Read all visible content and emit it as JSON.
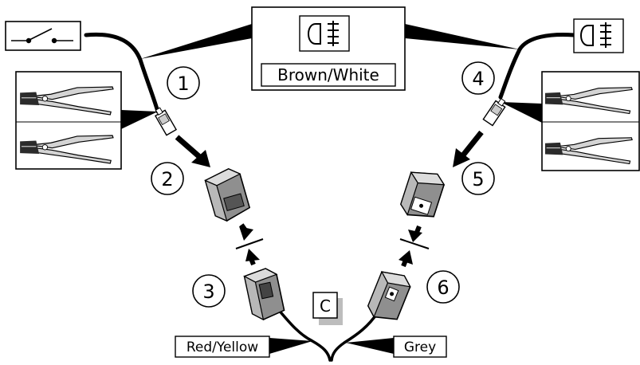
{
  "steps": [
    "1",
    "2",
    "3",
    "4",
    "5",
    "6"
  ],
  "wire_label_top": "Brown/White",
  "wire_label_left": "Red/Yellow",
  "wire_label_right": "Grey",
  "connector_letter": "C",
  "icons": {
    "switch": "switch-icon",
    "fog_lamp": "fog-lamp-icon",
    "crimping_pliers": "crimping-pliers-icon",
    "connector_housing": "connector-housing-icon",
    "push_arrow": "push-arrow-icon"
  },
  "colors": {
    "line": "#000000",
    "housing": "#8c8c8c",
    "housing_light": "#d2d2d2",
    "shadow": "#b9b9b9"
  }
}
